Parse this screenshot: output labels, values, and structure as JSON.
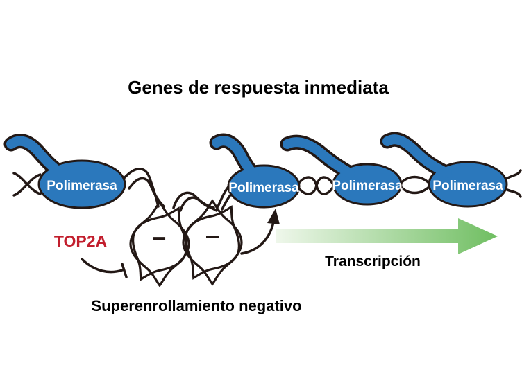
{
  "figure": {
    "title": "Genes de respuesta inmediata",
    "polymerase_label": "Polimerasa",
    "polymerase_count": 4,
    "top2a_label": "TOP2A",
    "supercoil_caption": "Superenrollamiento negativo",
    "supercoil_symbol": "−",
    "supercoil_loops": 2,
    "transcription_label": "Transcripción",
    "transcription_arrow_direction": "right"
  },
  "colors": {
    "background": "#FFFFFF",
    "polymerase_blue": "#2B78BC",
    "dna_black": "#231815",
    "top2a_red": "#C21E2D",
    "transcription_green": "#6FBE61",
    "transcription_green_light": "#EFF7EB",
    "label_white": "#FFFFFF",
    "text_black": "#000000"
  }
}
